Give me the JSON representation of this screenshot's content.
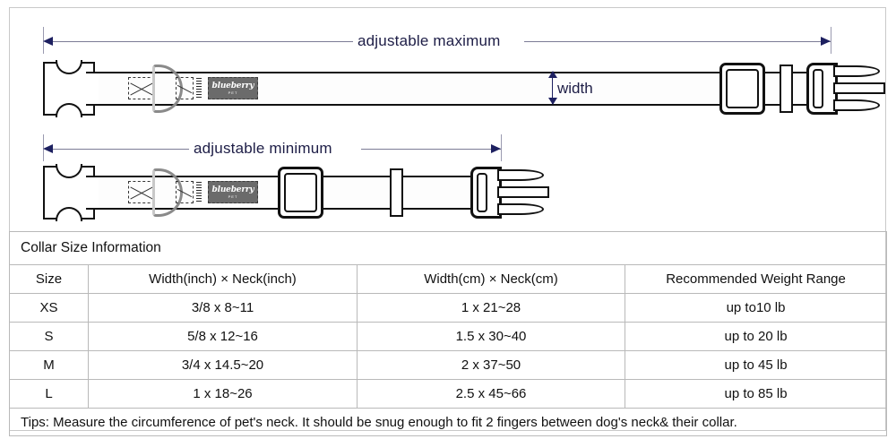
{
  "diagram": {
    "max": {
      "label": "adjustable maximum",
      "collar_name": "collar-adjustable-maximum"
    },
    "min": {
      "label": "adjustable minimum",
      "collar_name": "collar-adjustable-minimum"
    },
    "width_label": "width",
    "brand_tag": {
      "name": "blueberry",
      "sub": "PET"
    },
    "colors": {
      "annotation": "#1d1d46",
      "arrow": "#1d2060",
      "dimension_line": "#7b7b95",
      "outline": "#111111",
      "tag_background": "#6b6b6b",
      "dring": "#8a8a8a",
      "frame_border": "#c9c9c9"
    },
    "parts": [
      "female-buckle",
      "webbing-strap",
      "stitch-box",
      "d-ring",
      "zigzag-stitch",
      "brand-label-tag",
      "slide-adjuster",
      "keeper-loop",
      "male-buckle"
    ]
  },
  "table": {
    "title": "Collar Size Information",
    "headers": [
      "Size",
      "Width(inch)  ×  Neck(inch)",
      "Width(cm)  ×  Neck(cm)",
      "Recommended Weight Range"
    ],
    "rows": [
      {
        "size": "XS",
        "inch": "3/8 x 8~11",
        "cm": "1 x 21~28",
        "weight": "up to10 lb"
      },
      {
        "size": "S",
        "inch": "5/8 x 12~16",
        "cm": "1.5 x 30~40",
        "weight": "up to 20 lb"
      },
      {
        "size": "M",
        "inch": "3/4 x 14.5~20",
        "cm": "2 x 37~50",
        "weight": "up to 45 lb"
      },
      {
        "size": "L",
        "inch": "1 x 18~26",
        "cm": "2.5 x 45~66",
        "weight": "up to 85 lb"
      }
    ],
    "tips": "Tips: Measure the circumference of pet's neck. It should be snug enough to fit 2 fingers between dog's neck& their collar."
  }
}
